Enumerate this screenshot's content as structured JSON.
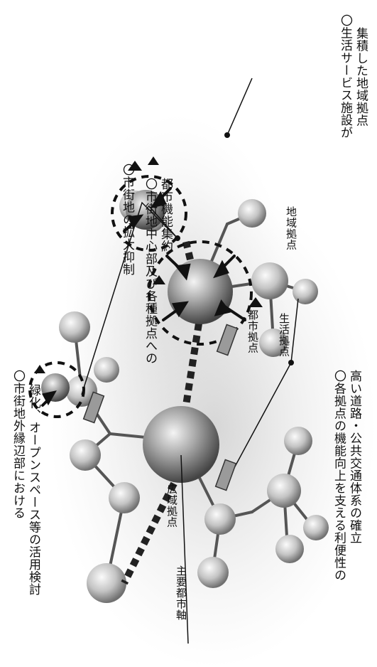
{
  "annotations": {
    "outer_green": [
      "〇市街地外縁辺部における",
      "緑化、オープンスペース等の活用検討"
    ],
    "suppress": "〇市街地の拡大抑制",
    "concentration": [
      "〇市街地中心部及び各種拠点への",
      "都市機能集約"
    ],
    "service_hub": [
      "〇生活サービス施設が",
      "集積した地域拠点"
    ],
    "transport": [
      "〇各拠点の機能向上を支える利便性の",
      "高い道路・公共交通体系の確立"
    ]
  },
  "labels": {
    "regional_hub": "広域拠点",
    "main_axis": "主要都市軸",
    "urban_hub": "都市拠点",
    "living_hub": "生活拠点",
    "area_hub": "地域拠点"
  },
  "colors": {
    "ink": "#111111",
    "sphere_light": "#f2f2f2",
    "sphere_mid": "#b9b9b9",
    "sphere_dark": "#6c6c6c",
    "haze": "#d6d6d6"
  }
}
